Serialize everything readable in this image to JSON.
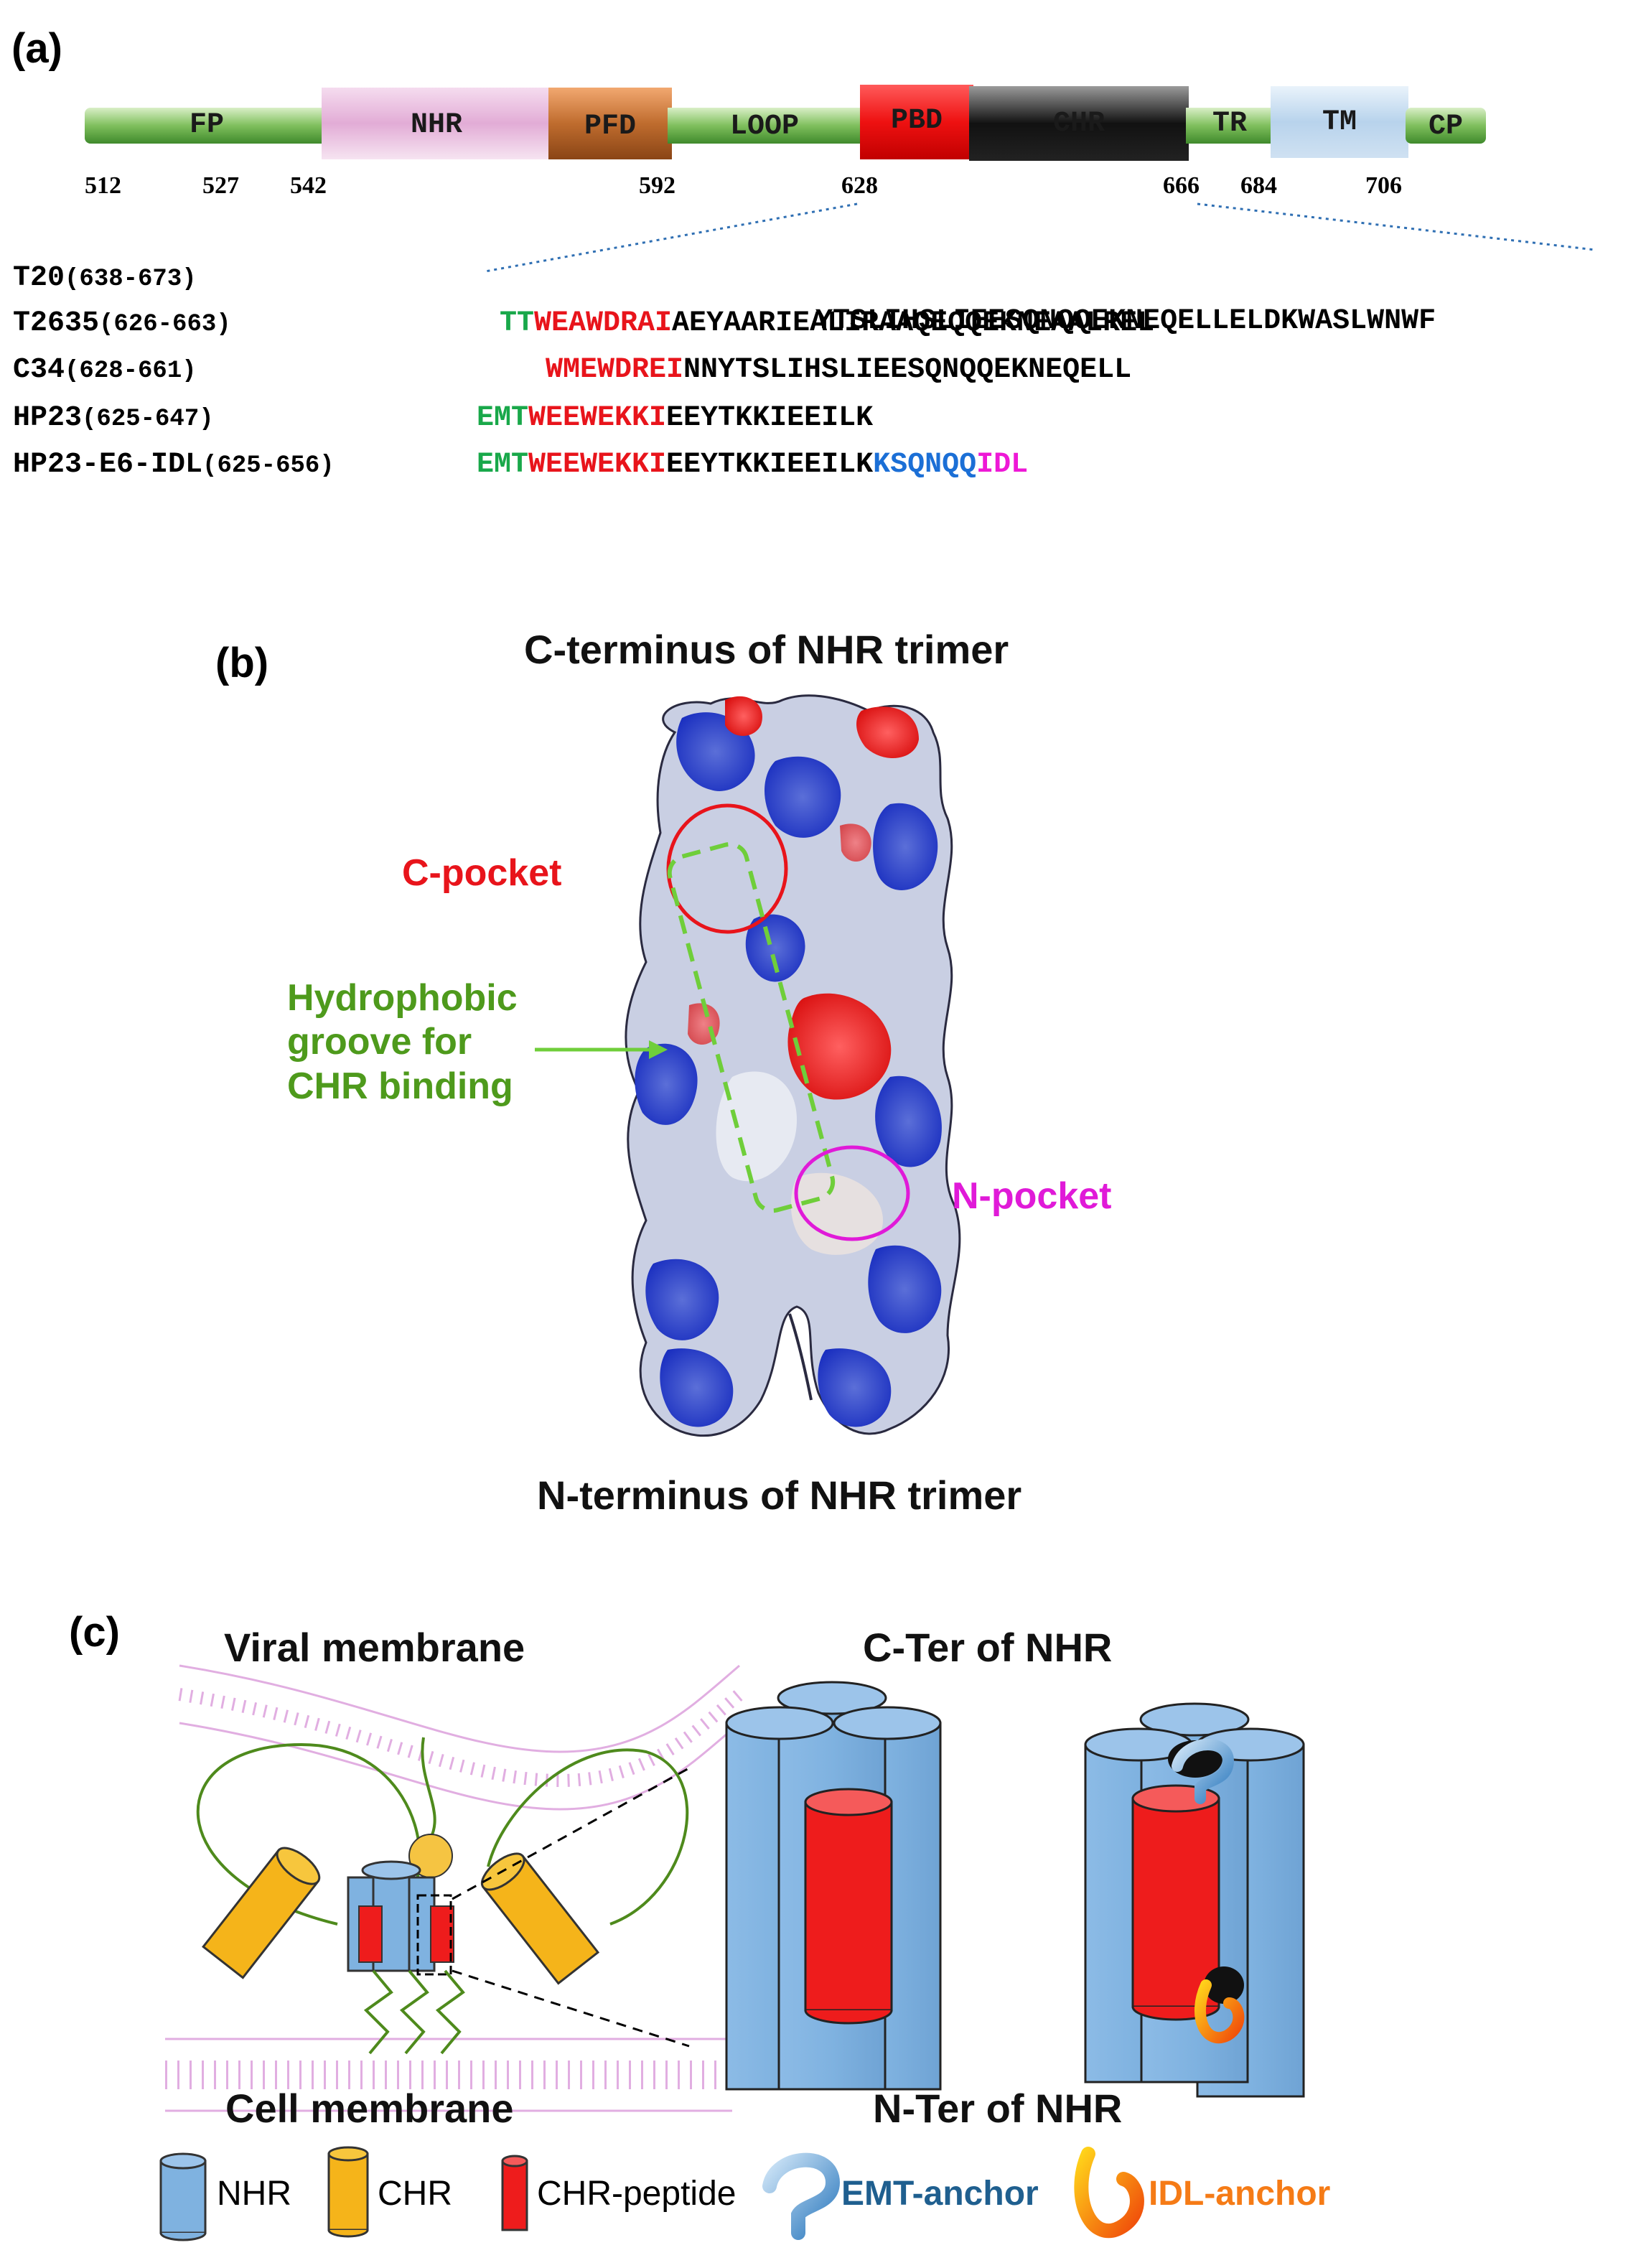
{
  "panel_a": {
    "label": "(a)",
    "domains": [
      {
        "name": "FP",
        "color": "green"
      },
      {
        "name": "NHR",
        "color": "pink"
      },
      {
        "name": "PFD",
        "color": "brown"
      },
      {
        "name": "LOOP",
        "color": "green"
      },
      {
        "name": "PBD",
        "color": "red"
      },
      {
        "name": "CHR",
        "color": "black"
      },
      {
        "name": "TR",
        "color": "green"
      },
      {
        "name": "TM",
        "color": "lightblue"
      },
      {
        "name": "CP",
        "color": "green"
      }
    ],
    "ticks": [
      "512",
      "527",
      "542",
      "592",
      "628",
      "666",
      "684",
      "706"
    ],
    "peptides": [
      {
        "name": "T20",
        "range": "(638-673)",
        "segments": [
          {
            "text": "YTSLIHSLIEESQNQQEKNEQELLELDKWASLWNWF",
            "color": "black"
          }
        ]
      },
      {
        "name": "T2635",
        "range": "(626-663)",
        "segments": [
          {
            "text": "TT",
            "color": "green"
          },
          {
            "text": "WEAWDRAI",
            "color": "red"
          },
          {
            "text": "AEYAARIEALIRAAQEQQEKNEAALREL",
            "color": "black"
          }
        ]
      },
      {
        "name": "C34",
        "range": "(628-661)",
        "segments": [
          {
            "text": "WMEWDREI",
            "color": "red"
          },
          {
            "text": "NNYTSLIHSLIEESQNQQEKNEQELL",
            "color": "black"
          }
        ]
      },
      {
        "name": "HP23",
        "range": "(625-647)",
        "segments": [
          {
            "text": "EMT",
            "color": "green"
          },
          {
            "text": "WEEWEKKI",
            "color": "red"
          },
          {
            "text": "EEYTKKIEEILK",
            "color": "black"
          }
        ]
      },
      {
        "name": "HP23-E6-IDL",
        "range": "(625-656)",
        "segments": [
          {
            "text": "EMT",
            "color": "green"
          },
          {
            "text": "WEEWEKKI",
            "color": "red"
          },
          {
            "text": "EEYTKKIEEILK",
            "color": "black"
          },
          {
            "text": "KSQNQQ",
            "color": "blue"
          },
          {
            "text": "IDL",
            "color": "magenta"
          }
        ]
      }
    ]
  },
  "panel_b": {
    "label": "(b)",
    "top_title": "C-terminus of NHR trimer",
    "bottom_title": "N-terminus of NHR trimer",
    "c_pocket": "C-pocket",
    "groove_line1": "Hydrophobic",
    "groove_line2": "groove for",
    "groove_line3": "CHR binding",
    "n_pocket": "N-pocket"
  },
  "panel_c": {
    "label": "(c)",
    "viral_membrane": "Viral membrane",
    "cell_membrane": "Cell membrane",
    "c_ter": "C-Ter of NHR",
    "n_ter": "N-Ter of NHR",
    "legend": {
      "nhr": "NHR",
      "chr": "CHR",
      "chr_peptide": "CHR-peptide",
      "emt": "EMT-anchor",
      "idl": "IDL-anchor"
    }
  },
  "colors": {
    "green_seq": "#19a84a",
    "red_seq": "#e8141b",
    "blue_seq": "#1b6fd6",
    "magenta_seq": "#ee18d6",
    "c_pocket": "#e8141b",
    "groove": "#4e9a1c",
    "n_pocket": "#e01ad8",
    "nhr_blue": "#7fb2e0",
    "chr_yellow": "#f5b41a",
    "peptide_red": "#ee1c1c",
    "emt_label": "#1f5f8f",
    "idl_label": "#f57b16"
  }
}
